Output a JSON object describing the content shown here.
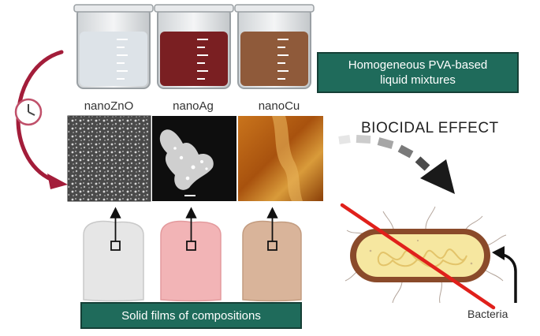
{
  "labels": {
    "liquid_mixtures_line1": "Homogeneous PVA-based",
    "liquid_mixtures_line2": "liquid mixtures",
    "solid_films": "Solid films of compositions",
    "biocidal_effect": "BIOCIDAL EFFECT",
    "bacteria": "Bacteria"
  },
  "samples": [
    {
      "name": "nanoZnO",
      "liquid_color": "#dde3e8",
      "film_color": "#e6e6e6"
    },
    {
      "name": "nanoAg",
      "liquid_color": "#7a1f22",
      "film_color": "#f2b4b6"
    },
    {
      "name": "nanoCu",
      "liquid_color": "#8f5a3a",
      "film_color": "#d9b49a"
    }
  ],
  "colors": {
    "label_box": "#1f6b5b",
    "curved_arrow": "#a31d3a",
    "strike_line": "#e0201b",
    "bacterium_body": "#f6e7a0"
  }
}
